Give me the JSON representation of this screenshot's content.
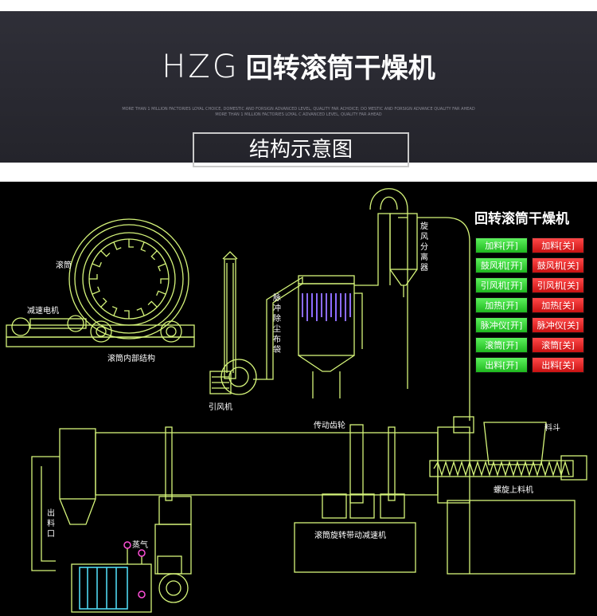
{
  "header": {
    "title_en": "HZG",
    "title_cn": "回转滚筒干燥机",
    "tagline": "MORE THAN 1 MILLION FACTORIES LOYAL CHOICE, DOMESTIC AND FORSIGN ADVANCED LEVEL, QUALITY FAR ACHOICE; DO MESTIC AND FORSIGN ADVANCE QUALITY FAR AHEAD MORE THAN 1 MILLION FACTORIES LOYAL C ADVANCED LEVEL, QUALITY FAR AHEAD",
    "subtitle": "结构示意图"
  },
  "diagram": {
    "labels": {
      "drum": "滚筒",
      "reducer": "减速电机",
      "drum_internal": "滚筒内部结构",
      "pulse_bag": "脉冲除尘布袋",
      "cyclone": "旋风分离器",
      "induced_fan": "引风机",
      "drive_gear": "传动齿轮",
      "outlet": "出料口",
      "steam": "蒸气",
      "drive_reducer": "滚筒旋转带动减速机",
      "hopper": "料斗",
      "screw_feeder": "螺旋上料机"
    },
    "panel": {
      "title": "回转滚筒干燥机",
      "rows": [
        {
          "on": "加料[开]",
          "off": "加料[关]"
        },
        {
          "on": "鼓风机[开]",
          "off": "鼓风机[关]"
        },
        {
          "on": "引风机[开]",
          "off": "引风机[关]"
        },
        {
          "on": "加热[开]",
          "off": "加热[关]"
        },
        {
          "on": "脉冲仪[开]",
          "off": "脉冲仪[关]"
        },
        {
          "on": "滚筒[开]",
          "off": "滚筒[关]"
        },
        {
          "on": "出料[开]",
          "off": "出料[关]"
        }
      ]
    },
    "colors": {
      "line": "#d6f57a",
      "cyan": "#4fd8f0",
      "purple": "#8c6cff"
    }
  }
}
